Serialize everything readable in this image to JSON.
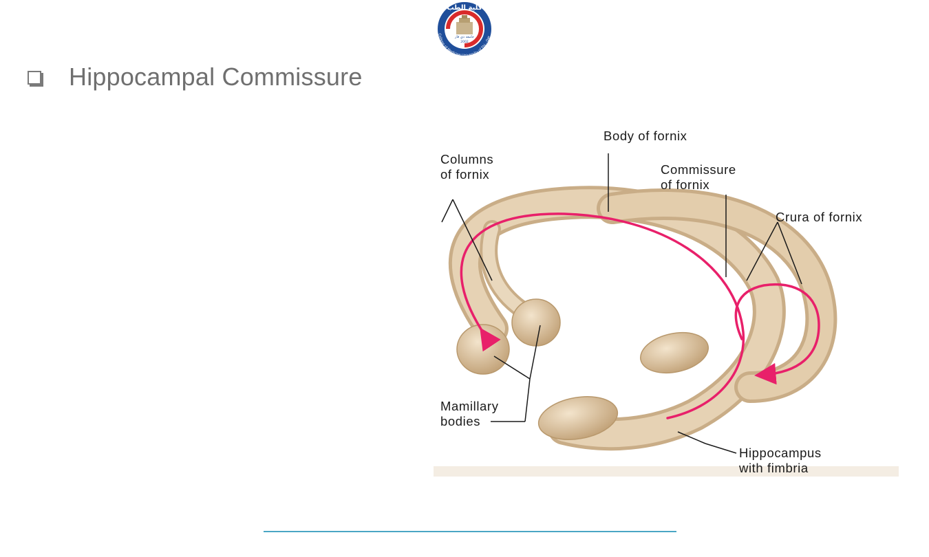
{
  "logo": {
    "arabic_title": "كلية الطب",
    "arabic_university": "جامعة ذي قار",
    "english_ring": "College of Medicine University of Thi - Qar",
    "year": "2002"
  },
  "heading": {
    "text": "Hippocampal Commissure",
    "bullet_icon": "checkbox-icon"
  },
  "figure": {
    "labels": {
      "body": "Body of fornix",
      "columns": "Columns\nof fornix",
      "commissure": "Commissure\nof fornix",
      "crura": "Crura of fornix",
      "mamillary": "Mamillary\nbodies",
      "hippocampus": "Hippocampus\nwith fimbria"
    },
    "colors": {
      "tissue": "#e6d2b4",
      "tissue_shadow": "#c9ad87",
      "arrow": "#e8206a"
    }
  },
  "footer": {
    "line_color": "#4aa6c4"
  }
}
